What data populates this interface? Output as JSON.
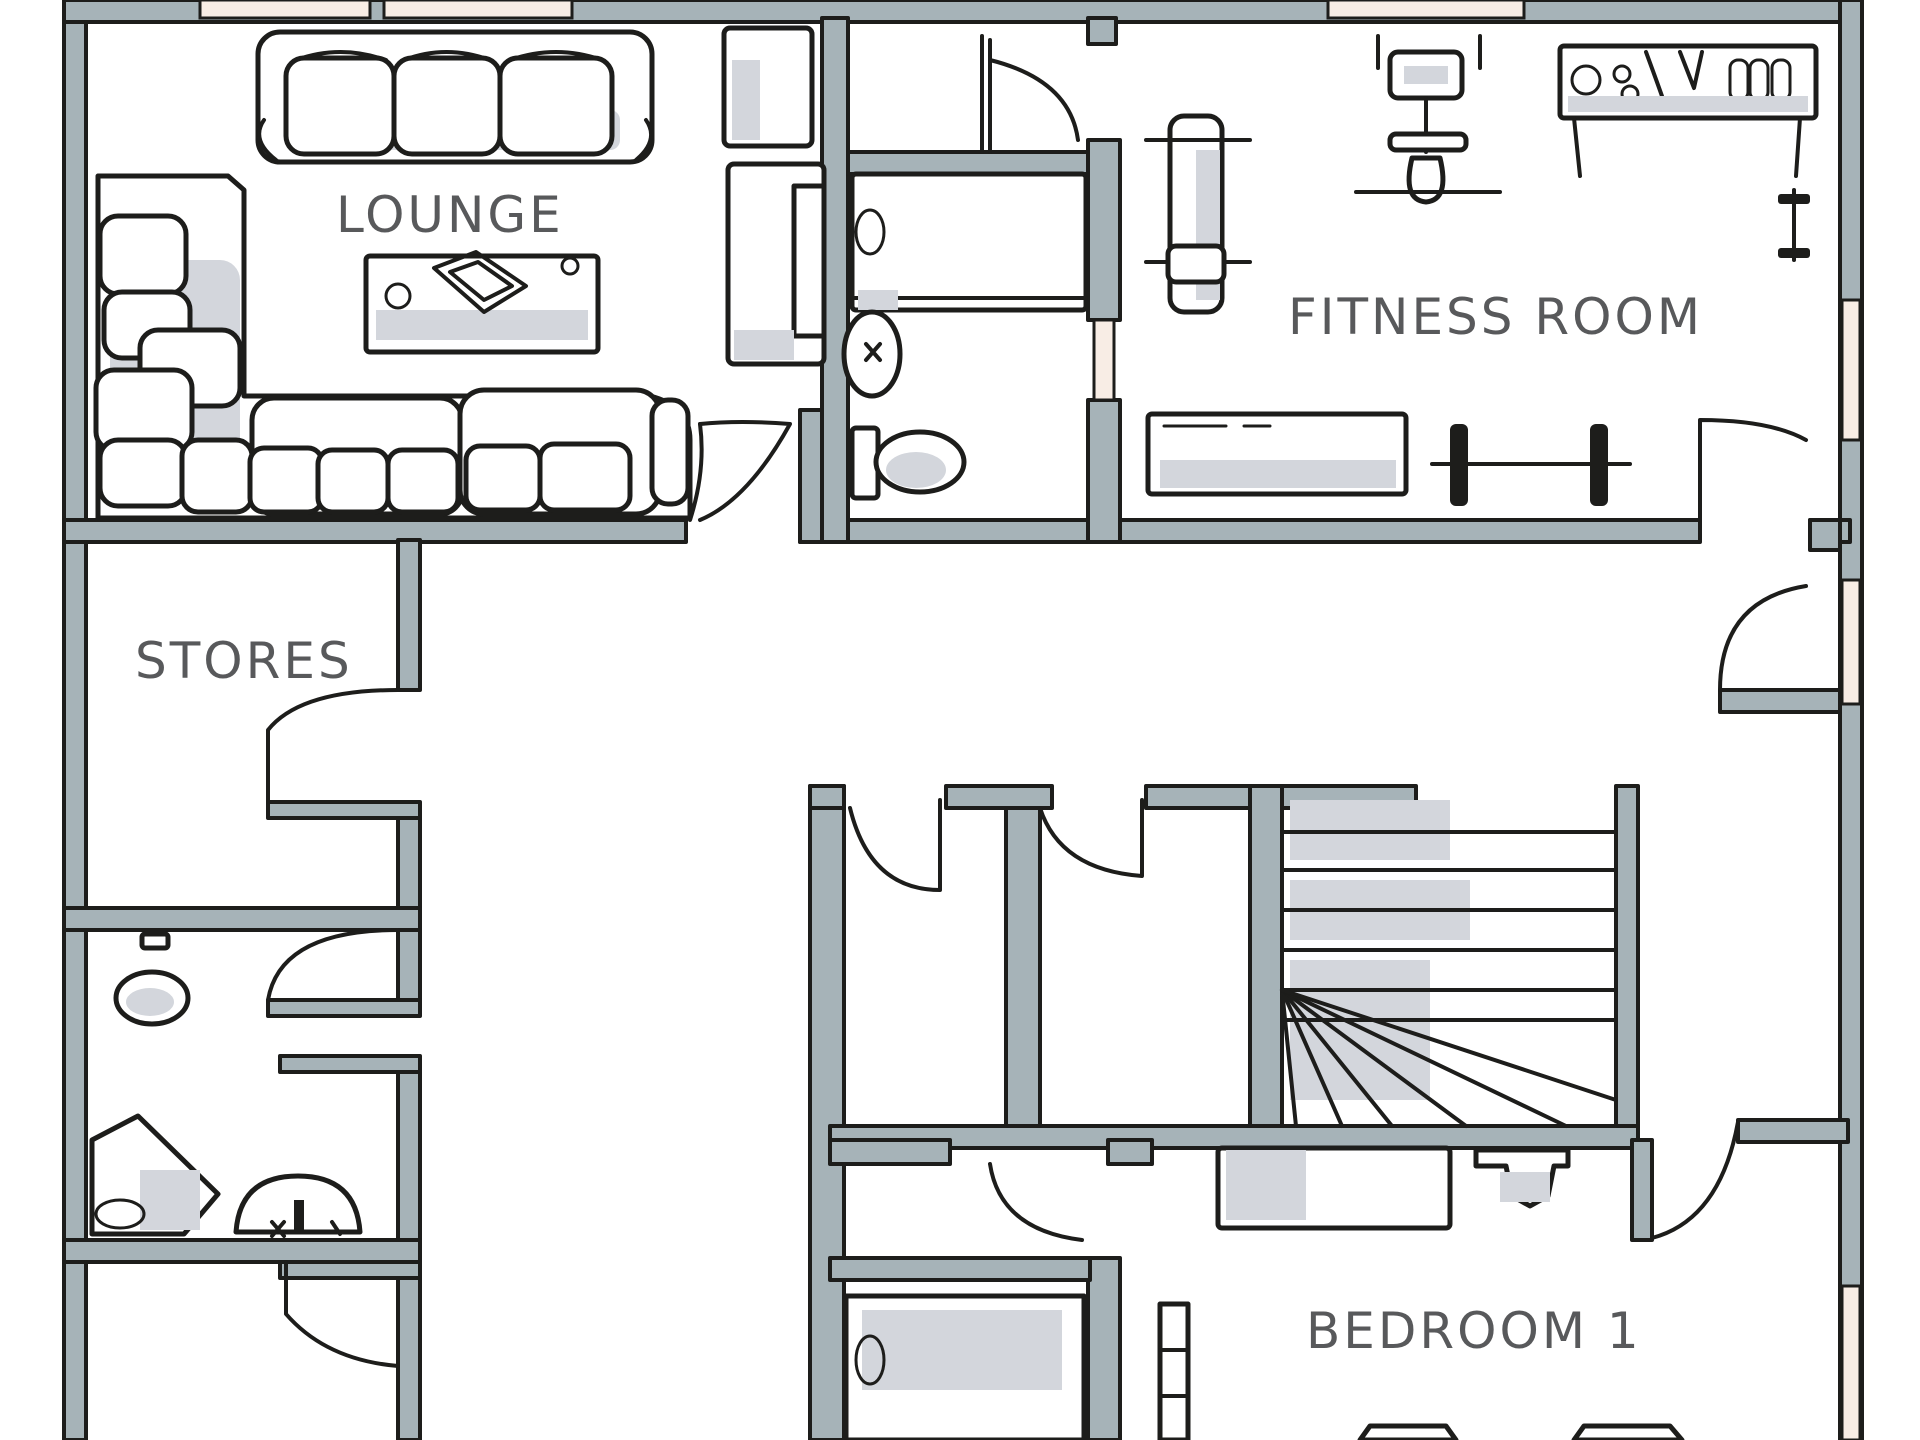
{
  "plan": {
    "rooms": [
      {
        "id": "lounge",
        "label": "LOUNGE"
      },
      {
        "id": "fitness",
        "label": "FITNESS ROOM"
      },
      {
        "id": "stores",
        "label": "STORES"
      },
      {
        "id": "bedroom1",
        "label": "BEDROOM 1"
      }
    ]
  },
  "colors": {
    "wall_fill": "#a6b3b8",
    "outline": "#1d1d1b",
    "furniture_shade": "#d3d6dc",
    "window": "#f8ede5",
    "label": "#58595b",
    "background": "#ffffff"
  }
}
